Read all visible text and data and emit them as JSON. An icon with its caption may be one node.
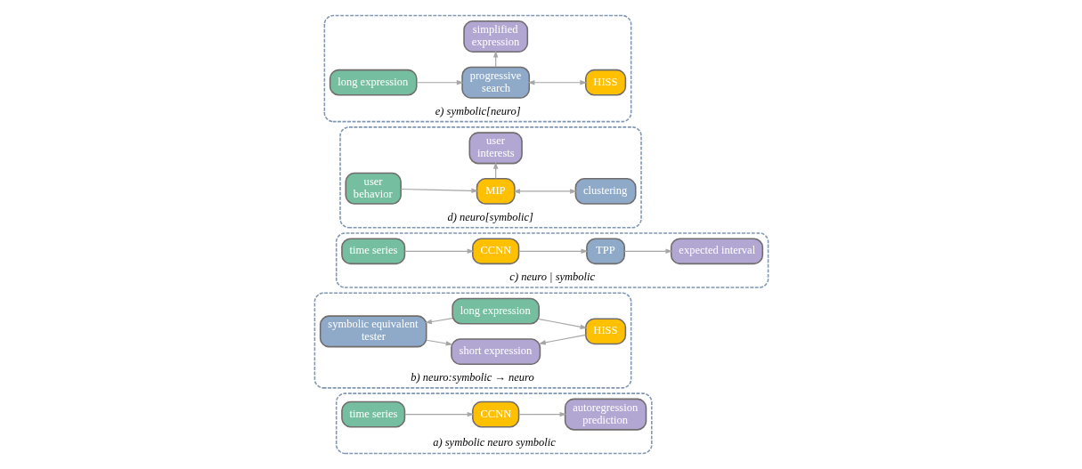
{
  "diagram": {
    "nodes": [
      {
        "text": [
          "a) symbolic neuro symbolic"
        ]
      },
      {
        "text": [
          "time series"
        ],
        "in": 0
      },
      {
        "text": [
          "CCNN"
        ],
        "in": 0
      },
      {
        "text": [
          "autoregression prediction"
        ],
        "in": 0
      },
      {
        "text": [
          "b) neuro:symbolic → neuro"
        ]
      },
      {
        "text": [
          "symbolic equivalent tester"
        ],
        "in": 4
      },
      {
        "text": [
          "long expression"
        ],
        "in": 4
      },
      {
        "text": [
          "short expression"
        ],
        "in": 4
      },
      {
        "text": [
          "HISS"
        ],
        "in": 4
      },
      {
        "text": [
          "c) neuro | symbolic"
        ]
      },
      {
        "text": [
          "time series"
        ],
        "in": 9
      },
      {
        "text": [
          "CCNN"
        ],
        "in": 9
      },
      {
        "text": [
          "TPP"
        ],
        "in": 9
      },
      {
        "text": [
          "expected interval"
        ],
        "in": 9
      },
      {
        "text": [
          "d) neuro[symbolic]"
        ]
      },
      {
        "text": [
          "user behavior"
        ],
        "in": 14
      },
      {
        "text": [
          "MIP"
        ],
        "in": 14
      },
      {
        "text": [
          "clustering"
        ],
        "in": 14
      },
      {
        "text": [
          "user interests"
        ],
        "in": 14
      },
      {
        "text": [
          "e) symbolic[neuro]"
        ]
      },
      {
        "text": [
          "long expression"
        ],
        "in": 19
      },
      {
        "text": [
          "progressive search"
        ],
        "in": 19
      },
      {
        "text": [
          "HISS"
        ],
        "in": 19
      },
      {
        "text": [
          "simplified expression"
        ],
        "in": 19
      }
    ],
    "edges": [
      {
        "from": 1,
        "to": 2,
        "arrow": "to"
      },
      {
        "from": 2,
        "to": 3,
        "arrow": "to"
      },
      {
        "from": 6,
        "to": 5,
        "arrow": "to"
      },
      {
        "from": 5,
        "to": 7,
        "arrow": "to"
      },
      {
        "from": 6,
        "to": 8,
        "arrow": "to"
      },
      {
        "from": 8,
        "to": 7,
        "arrow": "to"
      },
      {
        "from": 10,
        "to": 11,
        "arrow": "to"
      },
      {
        "from": 11,
        "to": 12,
        "arrow": "to"
      },
      {
        "from": 12,
        "to": 13,
        "arrow": "to"
      },
      {
        "from": 15,
        "to": 16,
        "arrow": "to"
      },
      {
        "from": 16,
        "to": 17,
        "arrow": "both"
      },
      {
        "from": 16,
        "to": 18,
        "arrow": "to"
      },
      {
        "from": 20,
        "to": 21,
        "arrow": "to"
      },
      {
        "from": 21,
        "to": 22,
        "arrow": "both"
      },
      {
        "from": 21,
        "to": 23,
        "arrow": "to"
      }
    ]
  }
}
